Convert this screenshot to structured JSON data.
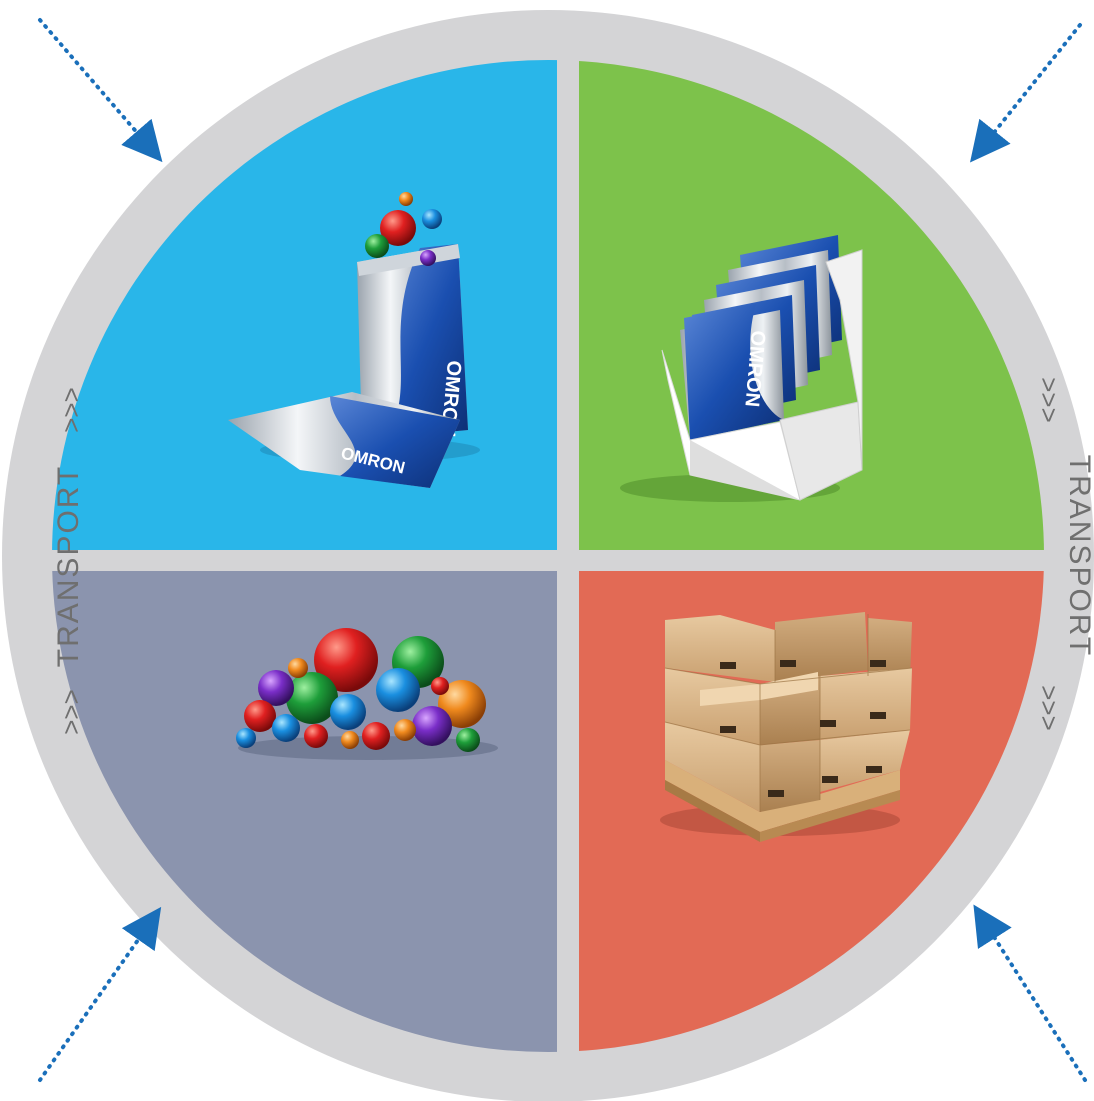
{
  "ring": {
    "left_label": "TRANSPORT",
    "right_label": "TRANSPORT",
    "chevrons": ">>>"
  },
  "quadrants": [
    {
      "id": "top-left",
      "color": "#29b6e9",
      "illustration": "pouch-packages-with-balls"
    },
    {
      "id": "top-right",
      "color": "#7dc24b",
      "illustration": "display-box-with-pouches"
    },
    {
      "id": "bottom-left",
      "color": "#8b94ae",
      "illustration": "pile-of-colored-balls"
    },
    {
      "id": "bottom-right",
      "color": "#e26a55",
      "illustration": "pallet-of-cardboard-boxes"
    }
  ],
  "pouch_brand": "OMRON",
  "colors": {
    "ring": "#d4d4d6",
    "arrow": "#1a6fba",
    "divider": "#d4d4d6"
  }
}
